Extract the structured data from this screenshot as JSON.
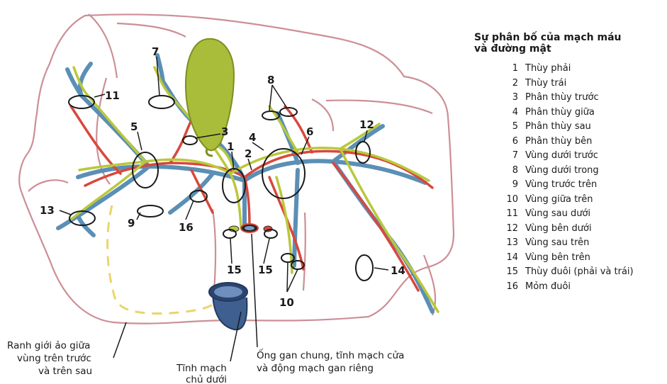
{
  "legend": {
    "title_line1": "Sự phân bố của mạch máu",
    "title_line2": "và đường mật",
    "items": [
      {
        "num": "1",
        "label": "Thùy phải"
      },
      {
        "num": "2",
        "label": "Thùy trái"
      },
      {
        "num": "3",
        "label": "Phân thùy trước"
      },
      {
        "num": "4",
        "label": "Phân thùy giữa"
      },
      {
        "num": "5",
        "label": "Phân thùy sau"
      },
      {
        "num": "6",
        "label": "Phân thùy bên"
      },
      {
        "num": "7",
        "label": "Vùng dưới trước"
      },
      {
        "num": "8",
        "label": "Vùng dưới trong"
      },
      {
        "num": "9",
        "label": "Vùng trước trên"
      },
      {
        "num": "10",
        "label": "Vùng giữa trên"
      },
      {
        "num": "11",
        "label": "Vùng sau dưới"
      },
      {
        "num": "12",
        "label": "Vùng bên dưới"
      },
      {
        "num": "13",
        "label": "Vùng sau trên"
      },
      {
        "num": "14",
        "label": "Vùng bên trên"
      },
      {
        "num": "15",
        "label": "Thùy đuôi (phải và trái)"
      },
      {
        "num": "16",
        "label": "Mỏm đuôi"
      }
    ]
  },
  "callouts": {
    "n1": "1",
    "n2": "2",
    "n3": "3",
    "n4": "4",
    "n5": "5",
    "n6": "6",
    "n7": "7",
    "n8": "8",
    "n9": "9",
    "n10": "10",
    "n11": "11",
    "n12": "12",
    "n13": "13",
    "n14": "14",
    "n15a": "15",
    "n15b": "15",
    "n16": "16"
  },
  "captions": {
    "boundary_l1": "Ranh giới ảo giữa",
    "boundary_l2": "vùng trên trước",
    "boundary_l3": "và trên sau",
    "ivc_l1": "Tĩnh mạch",
    "ivc_l2": "chủ dưới",
    "duct_l1": "Ống gan chung, tĩnh mạch cửa",
    "duct_l2": "và động mạch gan riêng"
  },
  "colors": {
    "portal_vein": "#5b8fb5",
    "artery": "#d9473c",
    "bile_duct": "#b9c83a",
    "gallbladder": "#a9bd3a",
    "liver_outline": "#cc8f95",
    "ivc": "#3e5f8f"
  }
}
